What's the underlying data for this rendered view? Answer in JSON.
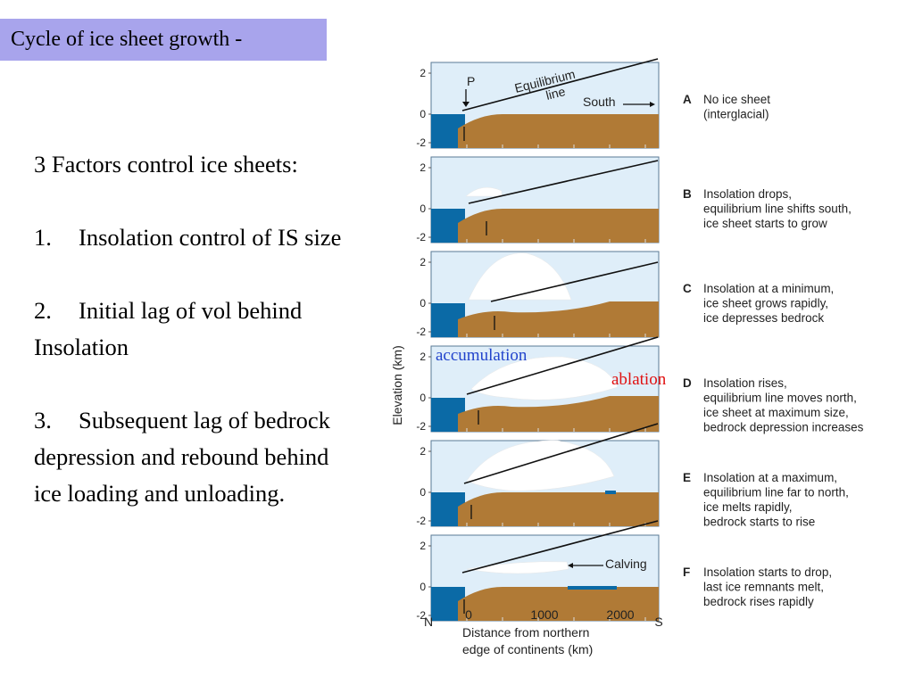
{
  "title": "Cycle of ice sheet growth -",
  "factors": {
    "heading": "3 Factors control ice sheets:",
    "items": [
      {
        "num": "1.",
        "text_1": "Insolation control of IS size",
        "text_2": ""
      },
      {
        "num": "2.",
        "text_1": "Initial lag of vol behind",
        "text_2": "Insolation"
      },
      {
        "num": "3.",
        "text_1": "Subsequent lag of bedrock",
        "text_2": "depression and rebound behind",
        "text_3": "ice loading and unloading."
      }
    ]
  },
  "colors": {
    "title_bg": "#a8a4ec",
    "sky": "#dfeef9",
    "bedrock": "#b07a36",
    "ocean": "#0b6aa6",
    "ice": "#ffffff",
    "accumulation": "#2244cc",
    "ablation": "#e01010"
  },
  "diagram": {
    "y_axis_label": "Elevation (km)",
    "y_ticks": [
      "2",
      "0",
      "-2"
    ],
    "x_ticks": [
      "0",
      "1000",
      "2000"
    ],
    "x_left": "N",
    "x_right": "S",
    "x_label_line1": "Distance from northern",
    "x_label_line2": "edge of continents (km)",
    "annotations": {
      "p": "P",
      "equilibrium": "Equilibrium",
      "line": "line",
      "south": "South",
      "calving": "Calving",
      "accumulation": "accumulation",
      "ablation": "ablation"
    },
    "panels": [
      {
        "letter": "A",
        "lines": [
          "No ice sheet",
          "(interglacial)"
        ]
      },
      {
        "letter": "B",
        "lines": [
          "Insolation drops,",
          "equilibrium line shifts south,",
          "ice sheet starts to grow"
        ]
      },
      {
        "letter": "C",
        "lines": [
          "Insolation at a minimum,",
          "ice sheet grows rapidly,",
          "ice depresses bedrock"
        ]
      },
      {
        "letter": "D",
        "lines": [
          "Insolation rises,",
          "equilibrium line moves north,",
          "ice sheet at maximum size,",
          "bedrock depression increases"
        ]
      },
      {
        "letter": "E",
        "lines": [
          "Insolation at a maximum,",
          "equilibrium line far to north,",
          "ice melts rapidly,",
          "bedrock starts to rise"
        ]
      },
      {
        "letter": "F",
        "lines": [
          "Insolation starts to drop,",
          "last ice remnants melt,",
          "bedrock rises rapidly"
        ]
      }
    ]
  }
}
